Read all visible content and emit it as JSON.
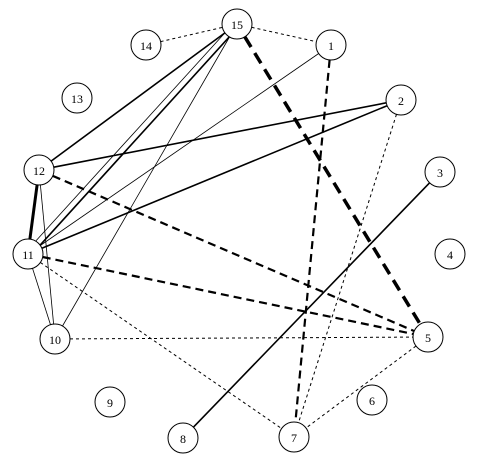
{
  "colors": {
    "background": "#ffffff",
    "stroke": "#000000"
  },
  "nodes": [
    {
      "id": "1",
      "label": "1"
    },
    {
      "id": "2",
      "label": "2"
    },
    {
      "id": "3",
      "label": "3"
    },
    {
      "id": "4",
      "label": "4"
    },
    {
      "id": "5",
      "label": "5"
    },
    {
      "id": "6",
      "label": "6"
    },
    {
      "id": "7",
      "label": "7"
    },
    {
      "id": "8",
      "label": "8"
    },
    {
      "id": "9",
      "label": "9"
    },
    {
      "id": "10",
      "label": "10"
    },
    {
      "id": "11",
      "label": "11"
    },
    {
      "id": "12",
      "label": "12"
    },
    {
      "id": "13",
      "label": "13"
    },
    {
      "id": "14",
      "label": "14"
    },
    {
      "id": "15",
      "label": "15"
    }
  ],
  "edges": [
    {
      "from": "14",
      "to": "15",
      "style": "dotted"
    },
    {
      "from": "15",
      "to": "1",
      "style": "dotted"
    },
    {
      "from": "15",
      "to": "5",
      "style": "dashed-heavy"
    },
    {
      "from": "15",
      "to": "12",
      "style": "solid-medium"
    },
    {
      "from": "15",
      "to": "11",
      "style": "solid-medium"
    },
    {
      "from": "15",
      "to": "11",
      "style": "solid-thin"
    },
    {
      "from": "15",
      "to": "10",
      "style": "solid-thin"
    },
    {
      "from": "1",
      "to": "11",
      "style": "solid-thin"
    },
    {
      "from": "1",
      "to": "7",
      "style": "dashed"
    },
    {
      "from": "2",
      "to": "12",
      "style": "solid-medium"
    },
    {
      "from": "2",
      "to": "11",
      "style": "solid-medium"
    },
    {
      "from": "2",
      "to": "7",
      "style": "dotted"
    },
    {
      "from": "3",
      "to": "8",
      "style": "solid-medium"
    },
    {
      "from": "12",
      "to": "11",
      "style": "solid-heavy"
    },
    {
      "from": "12",
      "to": "5",
      "style": "dashed"
    },
    {
      "from": "12",
      "to": "10",
      "style": "solid-thin"
    },
    {
      "from": "11",
      "to": "5",
      "style": "dashed"
    },
    {
      "from": "11",
      "to": "10",
      "style": "solid-thin"
    },
    {
      "from": "11",
      "to": "7",
      "style": "dotted"
    },
    {
      "from": "10",
      "to": "5",
      "style": "dotted"
    },
    {
      "from": "5",
      "to": "7",
      "style": "dotted"
    }
  ]
}
